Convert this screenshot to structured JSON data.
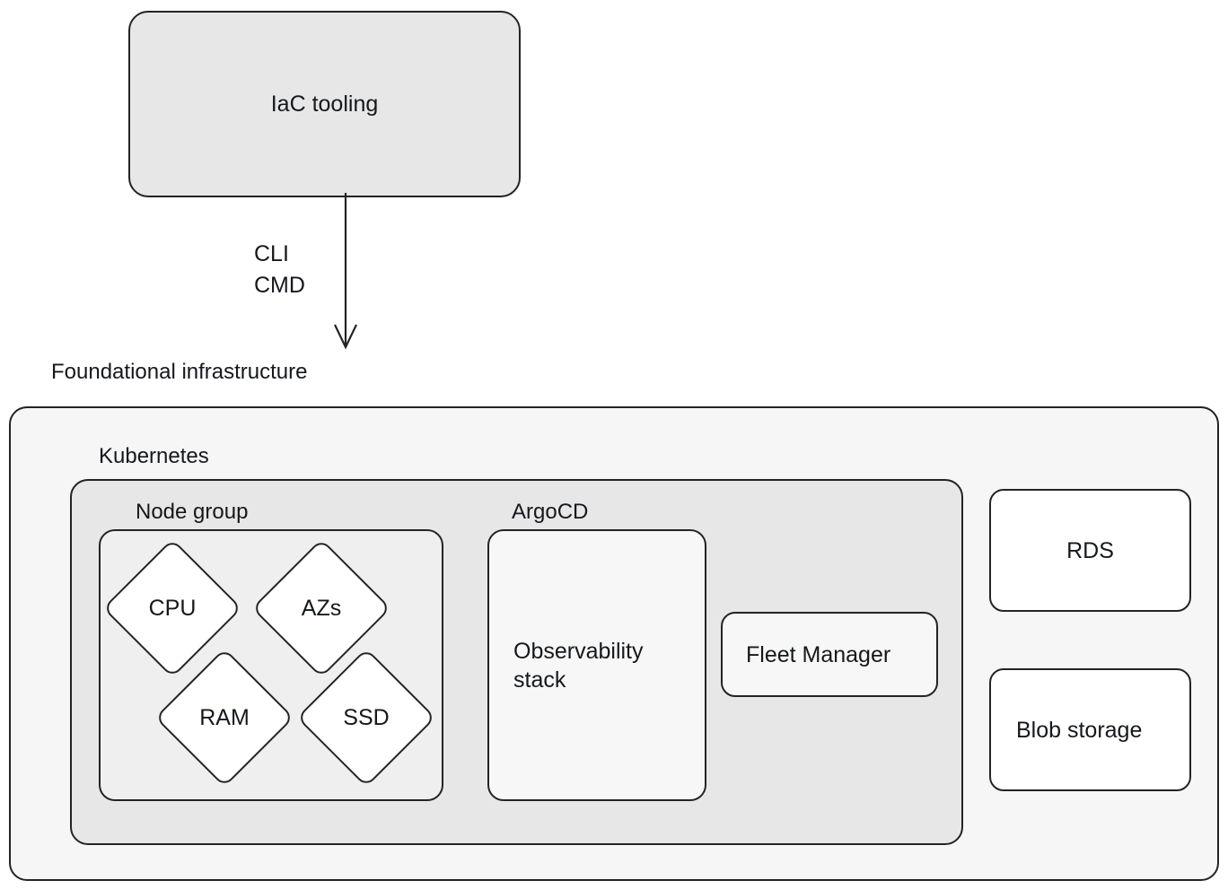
{
  "diagram": {
    "title_label": "Foundational infrastructure",
    "source_node": {
      "label": "IaC tooling"
    },
    "edge": {
      "label": "CLI\nCMD",
      "arrow_icon": "down-arrow-icon"
    },
    "containers": {
      "foundational": {
        "label": "Foundational infrastructure",
        "fill": "#f6f6f6"
      },
      "kubernetes": {
        "label": "Kubernetes",
        "fill": "#e7e7e7"
      },
      "node_group": {
        "label": "Node group",
        "fill": "#efefef"
      },
      "argocd": {
        "label": "ArgoCD",
        "fill": "#e7e7e7"
      }
    },
    "node_group_items": [
      {
        "label": "CPU",
        "shape": "diamond"
      },
      {
        "label": "AZs",
        "shape": "diamond"
      },
      {
        "label": "RAM",
        "shape": "diamond"
      },
      {
        "label": "SSD",
        "shape": "diamond"
      }
    ],
    "argocd_items": [
      {
        "label": "Observability\nstack",
        "shape": "rounded-rect"
      },
      {
        "label": "Fleet Manager",
        "shape": "rounded-rect"
      }
    ],
    "external_services": [
      {
        "label": "RDS",
        "shape": "rounded-rect"
      },
      {
        "label": "Blob storage",
        "shape": "rounded-rect"
      }
    ],
    "colors": {
      "stroke": "#232323",
      "text": "#15181c",
      "box_gray": "#e7e7e7",
      "box_light": "#f6f6f6",
      "box_white": "#ffffff"
    }
  }
}
